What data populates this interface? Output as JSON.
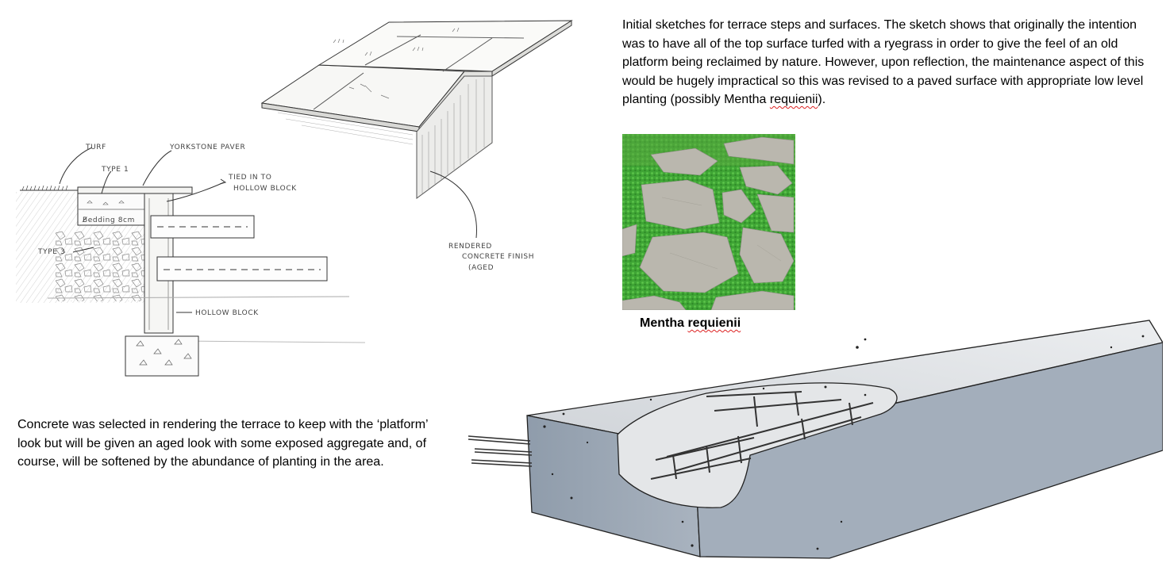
{
  "description_top": {
    "lead": "Initial sketches for terrace steps and surfaces.  The sketch shows that originally the intention was to have all of the top surface turfed with a ryegrass in order to give the feel of an old platform being reclaimed by nature.  However, upon reflection, the maintenance aspect of this would be hugely impractical so this was revised to a paved surface with appropriate low level planting (possibly Mentha ",
    "species_word": "requienii",
    "tail": ")."
  },
  "description_bottom": "Concrete was selected in rendering the terrace to keep with the ‘platform’ look but will be given an aged look with some exposed aggregate and, of course, will be softened by the abundance of planting in the area.",
  "photo": {
    "caption_genus": "Mentha ",
    "caption_species": "requienii"
  },
  "section_sketch": {
    "labels": {
      "turf": "TURF",
      "yorkstone": "YORKSTONE PAVER",
      "type1": "TYPE 1",
      "tied_line1": "TIED IN TO",
      "tied_line2": "HOLLOW BLOCK",
      "bedding": "B̸edding 8cm",
      "type3": "TYPE 3",
      "hollow_block": "HOLLOW BLOCK"
    }
  },
  "perspective_sketch": {
    "labels": {
      "line1": "RENDERED",
      "line2": "CONCRETE FINISH",
      "line3": "(AGED"
    }
  },
  "colors": {
    "moss_green": "#3fa535",
    "stone_grey": "#b9b6ad",
    "concrete_grey": "#9aa5b3"
  }
}
